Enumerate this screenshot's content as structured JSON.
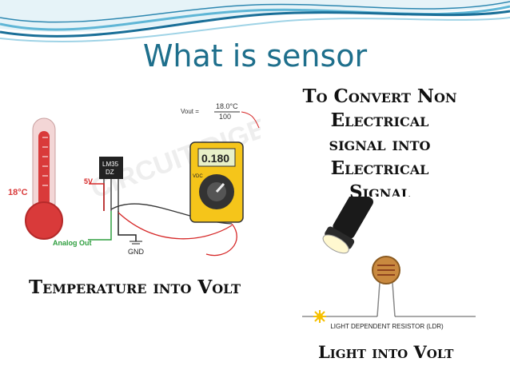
{
  "slide": {
    "title": "What is sensor",
    "convert_heading": [
      "To Convert Non",
      "Electrical",
      "signal into",
      "Electrical",
      "Signal"
    ],
    "temperature_caption": "Temperature into Volt",
    "light_caption": "Light into Volt"
  },
  "circuit_figure": {
    "thermometer_reading": "18°C",
    "sensor_label_line1": "LM35",
    "sensor_label_line2": "DZ",
    "supply_label": "5V",
    "analog_out_label": "Analog Out",
    "ground_label": "GND",
    "formula_prefix": "Vout =",
    "formula_numerator": "18.0°C",
    "formula_denominator": "100",
    "meter_display": "0.180",
    "meter_dial_label": "VDC",
    "watermark": "CIRCUIT DIGEST"
  },
  "ldr_figure": {
    "caption": "LIGHT DEPENDENT RESISTOR (LDR)"
  },
  "colors": {
    "title": "#1e6f8c",
    "wave_dark": "#1a6f98",
    "wave_light": "#5fb6d6",
    "meter_body": "#f5c51a",
    "wire_red": "#d62828",
    "wire_green": "#2e9e3e"
  }
}
